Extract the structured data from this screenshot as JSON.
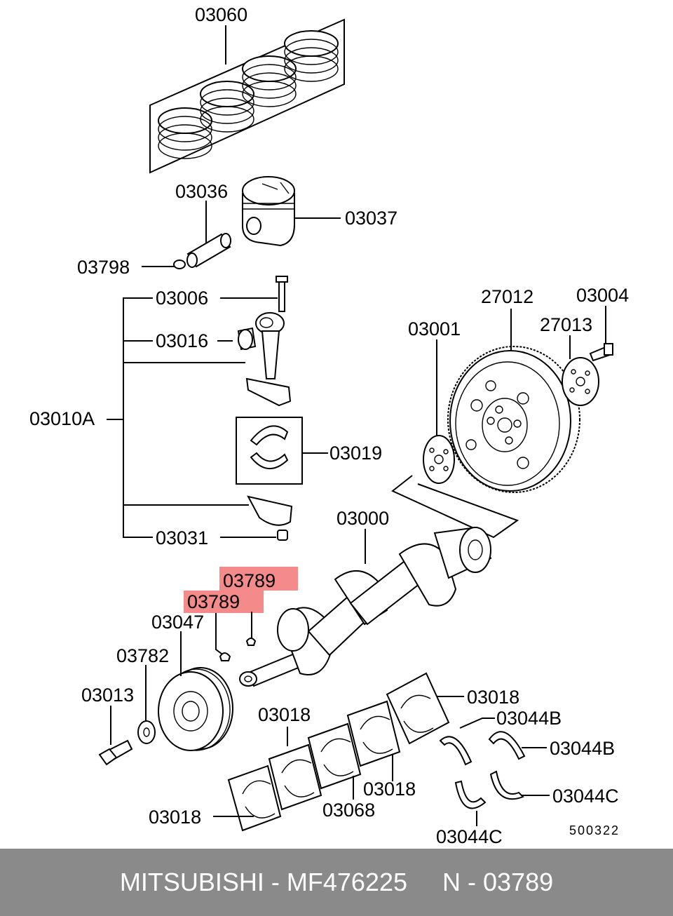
{
  "labels": {
    "p03060": "03060",
    "p03036": "03036",
    "p03037": "03037",
    "p03798": "03798",
    "p03006": "03006",
    "p03016": "03016",
    "p03010A": "03010A",
    "p03019": "03019",
    "p03031": "03031",
    "p27012": "27012",
    "p03004": "03004",
    "p03001": "03001",
    "p27013": "27013",
    "p03000": "03000",
    "p03789a": "03789",
    "p03789b": "03789",
    "p03047": "03047",
    "p03782": "03782",
    "p03013": "03013",
    "p03018a": "03018",
    "p03018b": "03018",
    "p03018c": "03018",
    "p03018d": "03018",
    "p03068": "03068",
    "p03044Ba": "03044B",
    "p03044Bb": "03044B",
    "p03044Ca": "03044C",
    "p03044Cb": "03044C",
    "diagram_code": "500322"
  },
  "highlight_color": "#f48a8a",
  "footer": {
    "brand": "MITSUBISHI",
    "part_number": "MF476225",
    "ref": "N - 03789"
  }
}
